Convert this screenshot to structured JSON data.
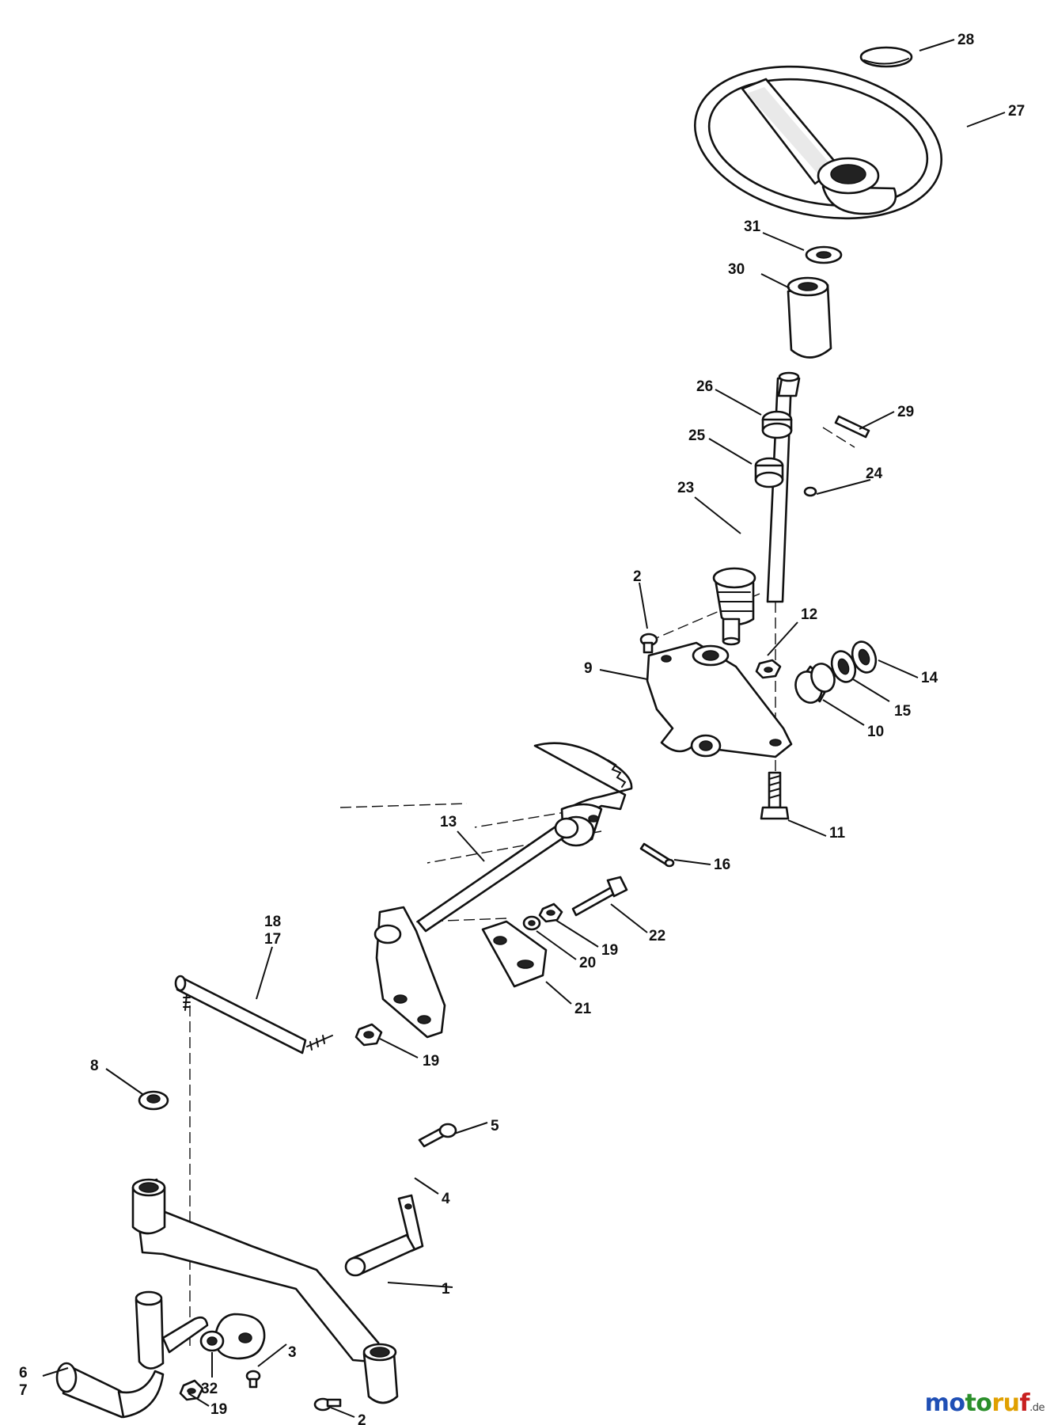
{
  "callouts": {
    "c1": "1",
    "c2a": "2",
    "c2b": "2",
    "c3": "3",
    "c4": "4",
    "c5": "5",
    "c6": "6",
    "c7": "7",
    "c8": "8",
    "c9": "9",
    "c10": "10",
    "c11": "11",
    "c12": "12",
    "c13": "13",
    "c14": "14",
    "c15": "15",
    "c16": "16",
    "c17": "17",
    "c18": "18",
    "c19a": "19",
    "c19b": "19",
    "c19c": "19",
    "c20": "20",
    "c21": "21",
    "c22": "22",
    "c23": "23",
    "c24": "24",
    "c25": "25",
    "c26": "26",
    "c27": "27",
    "c28": "28",
    "c29": "29",
    "c30": "30",
    "c31": "31",
    "c32": "32"
  },
  "watermark": {
    "p1": "mo",
    "p2": "to",
    "p3": "ru",
    "p4": "f",
    "tld": ".de"
  }
}
